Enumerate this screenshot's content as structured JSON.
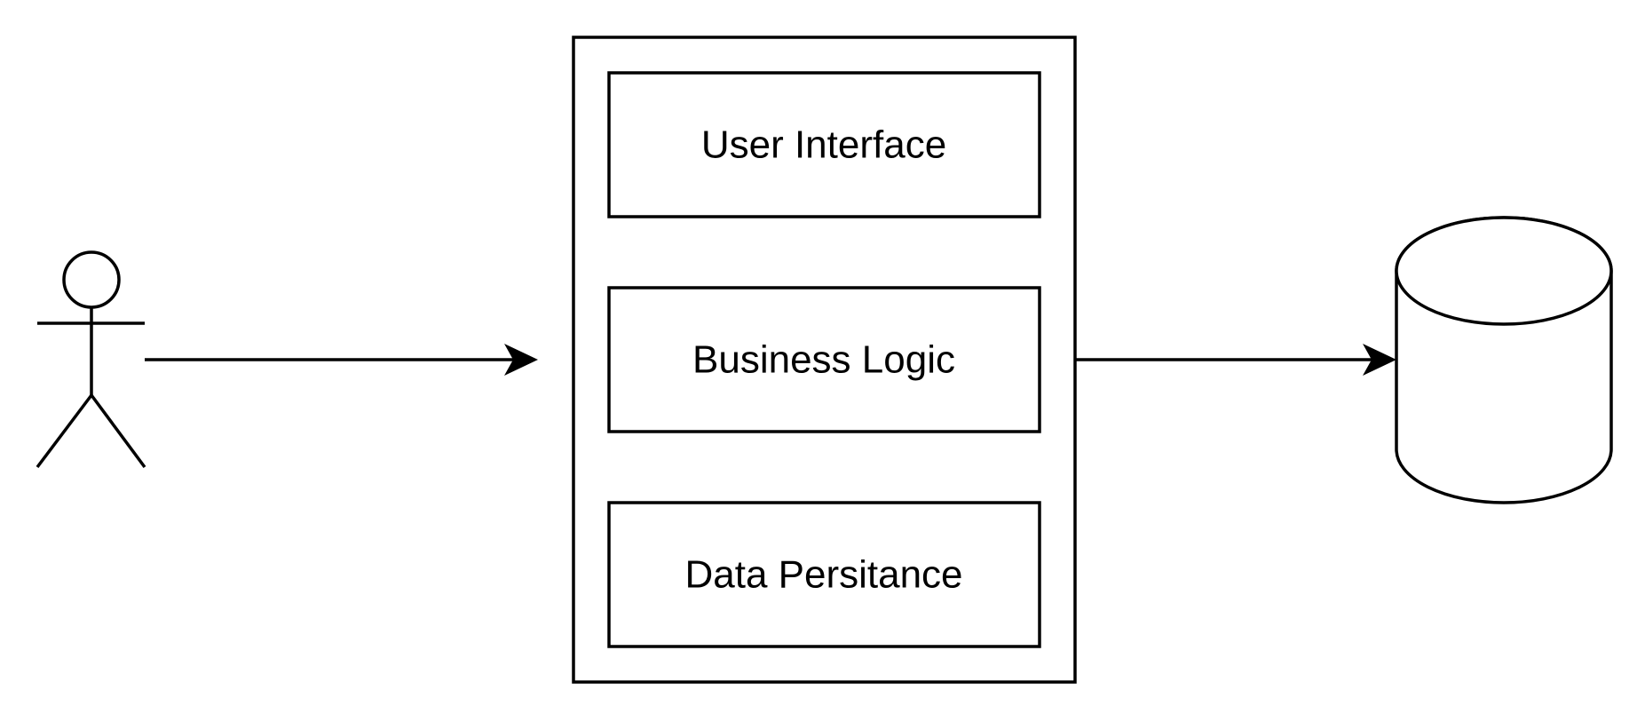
{
  "diagram": {
    "layers": [
      {
        "id": "ui",
        "label": "User Interface"
      },
      {
        "id": "logic",
        "label": "Business Logic"
      },
      {
        "id": "persistence",
        "label": "Data Persitance"
      }
    ],
    "actor_icon": "stick-figure-user",
    "database_icon": "cylinder-database",
    "colors": {
      "stroke": "#000000",
      "background": "#ffffff"
    }
  }
}
